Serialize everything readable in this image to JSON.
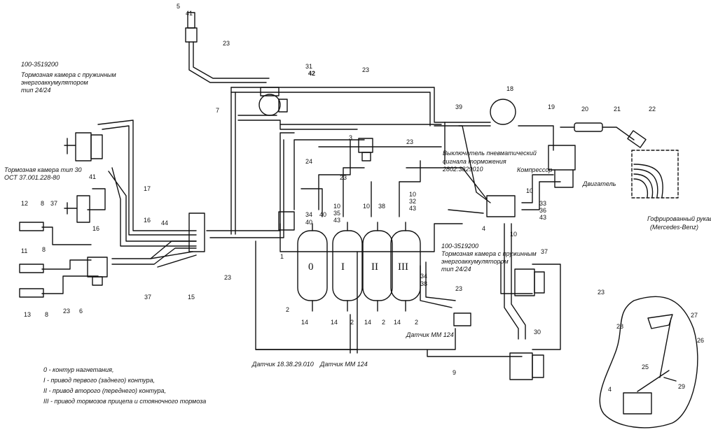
{
  "labels": {
    "chamber_code_left": "100-3519200",
    "chamber_desc_left_1": "Тормозная камера с пружинным",
    "chamber_desc_left_2": "энергоаккумулятором",
    "chamber_desc_left_3": "тип 24/24",
    "chamber30_1": "Тормозная камера тип 30",
    "chamber30_2": "ОСТ 37.001.228-80",
    "switch_1": "Выключатель пневматический",
    "switch_2": "сигнала торможения",
    "switch_3": "2802.3829010",
    "compressor": "Компрессор",
    "engine": "Двигатель",
    "hose_1": "Гофрированный рукав",
    "hose_2": "(Mercedes-Benz)",
    "chamber_code_right": "100-3519200",
    "chamber_desc_right_1": "Тормозная камера с пружинным",
    "chamber_desc_right_2": "энергоаккумулятором",
    "chamber_desc_right_3": "тип 24/24",
    "sensor_mm124_right": "Датчик ММ 124",
    "sensor_mid_1": "Датчик 18.38.29.010",
    "sensor_mid_2": "Датчик ММ 124"
  },
  "legend": [
    {
      "mark": "0",
      "text": "- контур нагнетания,"
    },
    {
      "mark": "I",
      "text": "- привод первого (заднего) контура,"
    },
    {
      "mark": "II",
      "text": "- привод второго (переднего) контура,"
    },
    {
      "mark": "III",
      "text": "- привод тормозов прицепа и стояночного тормоза"
    }
  ],
  "receivers": [
    "0",
    "I",
    "II",
    "III"
  ],
  "numbers": {
    "n5": "5",
    "n41a": "41",
    "n23a": "23",
    "n23b": "23",
    "n31": "31",
    "n42": "42",
    "n7": "7",
    "n18": "18",
    "n39": "39",
    "n19": "19",
    "n20": "20",
    "n21": "21",
    "n22": "22",
    "n3": "3",
    "n23c": "23",
    "n24": "24",
    "n23d": "23",
    "n41b": "41",
    "n17": "17",
    "n16a": "16",
    "n12": "12",
    "n8a": "8",
    "n37a": "37",
    "n16b": "16",
    "n44": "44",
    "n34a": "34",
    "n40a": "40",
    "n40b": "40",
    "n10a": "10",
    "n35": "35",
    "n43a": "43",
    "n10b": "10",
    "n38a": "38",
    "n10c": "10",
    "n32": "32",
    "n43b": "43",
    "n10d": "10",
    "n33": "33",
    "n36": "36",
    "n43c": "43",
    "n4a": "4",
    "n10e": "10",
    "n1": "1",
    "n11": "11",
    "n8b": "8",
    "n13": "13",
    "n8c": "8",
    "n23e": "23",
    "n6": "6",
    "n37b": "37",
    "n15": "15",
    "n23f": "23",
    "n2a": "2",
    "n14a": "14",
    "n14b": "14",
    "n2b": "2",
    "n14c": "14",
    "n2c": "2",
    "n14d": "14",
    "n2d": "2",
    "n34b": "34",
    "n38b": "38",
    "n23g": "23",
    "n37c": "37",
    "n23h": "23",
    "n30": "30",
    "n9": "9",
    "n27": "27",
    "n28": "28",
    "n26": "26",
    "n25": "25",
    "n29": "29",
    "n4b": "4"
  }
}
